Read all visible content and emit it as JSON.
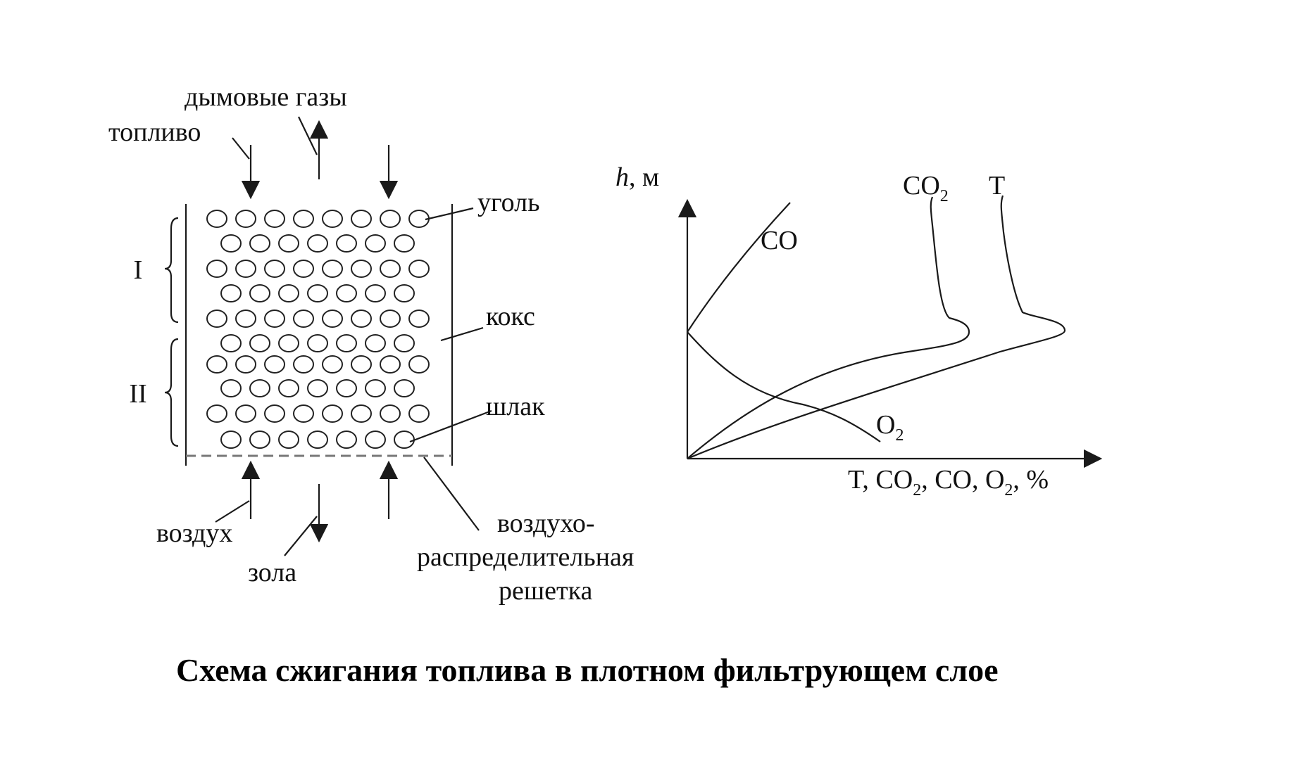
{
  "labels": {
    "smoke_gases": "дымовые газы",
    "fuel": "топливо",
    "coal": "уголь",
    "coke": "кокс",
    "slag": "шлак",
    "zone_one": "I",
    "zone_two": "II",
    "air": "воздух",
    "ash": "зола",
    "grate_line1": "воздухо-",
    "grate_line2": "распределительная",
    "grate_line3": "решетка"
  },
  "chart": {
    "y_axis_symbol": "h",
    "y_axis_unit": ", м",
    "curve_co": "CO",
    "curve_co2_base": "CO",
    "curve_co2_sub": "2",
    "curve_t": "T",
    "curve_o2_base": "O",
    "curve_o2_sub": "2",
    "x_axis_part1": "T, CO",
    "x_axis_sub1": "2",
    "x_axis_part2": ", CO, O",
    "x_axis_sub2": "2",
    "x_axis_part3": ", %"
  },
  "caption": "Схема сжигания топлива в плотном фильтрующем слое",
  "colors": {
    "line": "#1a1a1a",
    "grate": "#777777",
    "background": "#ffffff"
  }
}
